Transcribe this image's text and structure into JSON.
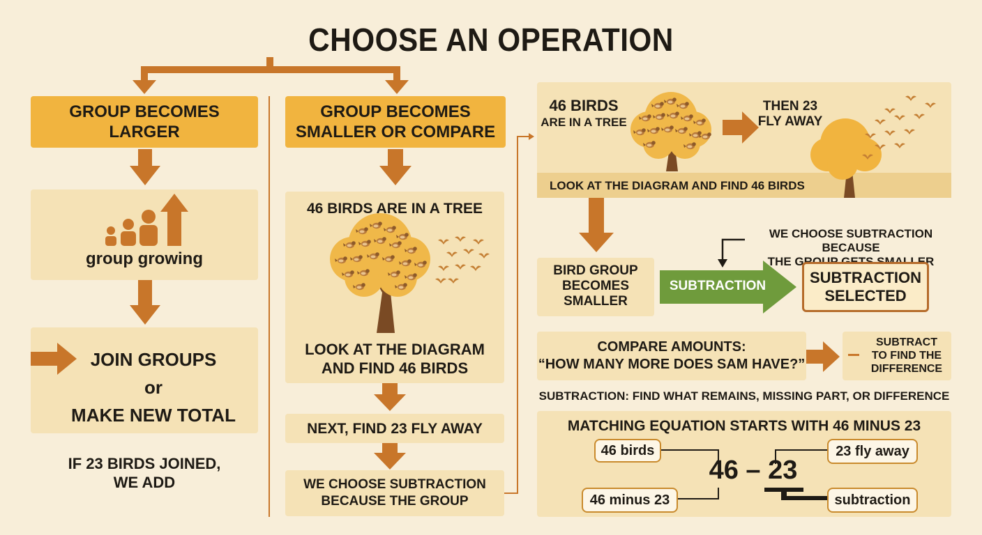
{
  "title": "CHOOSE AN OPERATION",
  "left": {
    "header": [
      "GROUP BECOMES",
      "LARGER"
    ],
    "growing_label": "group growing",
    "join": [
      "JOIN GROUPS",
      "or",
      "MAKE NEW TOTAL"
    ],
    "note": [
      "IF 23 BIRDS JOINED,",
      "WE ADD"
    ]
  },
  "middle": {
    "header": [
      "GROUP BECOMES",
      "SMALLER OR COMPARE"
    ],
    "tree_caption": "46 BIRDS ARE IN A TREE",
    "diagram_text": [
      "LOOK AT THE DIAGRAM",
      "AND FIND 46 BIRDS"
    ],
    "step_next": "NEXT, FIND 23 FLY AWAY",
    "step_choose": [
      "WE CHOOSE SUBTRACTION",
      "BECAUSE THE GROUP"
    ]
  },
  "right": {
    "story_birds": [
      "46 BIRDS",
      "ARE IN A TREE"
    ],
    "story_then": [
      "THEN 23",
      "FLY AWAY"
    ],
    "story_look": "LOOK AT THE DIAGRAM AND FIND 46 BIRDS",
    "reason": [
      "WE CHOOSE SUBTRACTION BECAUSE",
      "THE GROUP GETS SMALLER"
    ],
    "bird_group": [
      "BIRD GROUP",
      "BECOMES",
      "SMALLER"
    ],
    "subtraction_arrow": "SUBTRACTION",
    "selected": [
      "SUBTRACTION",
      "SELECTED"
    ],
    "compare": [
      "COMPARE AMOUNTS:",
      "“HOW MANY MORE DOES SAM HAVE?”"
    ],
    "subtract_find": [
      "SUBTRACT",
      "TO FIND THE",
      "DIFFERENCE"
    ],
    "summary": "SUBTRACTION: FIND WHAT REMAINS, MISSING PART, OR DIFFERENCE",
    "equation_title": "MATCHING EQUATION STARTS WITH 46 MINUS 23",
    "equation": {
      "left": "46",
      "op": "–",
      "right": "23"
    },
    "tags": {
      "birds": "46 birds",
      "fly_away": "23 fly away",
      "minus": "46 minus 23",
      "subtraction": "subtraction"
    }
  },
  "colors": {
    "background": "#f8eed9",
    "header": "#f1b43f",
    "panel": "#f5e2b6",
    "arrow": "#c8762a",
    "green": "#6f9b3c",
    "tree": "#f0b849",
    "trunk": "#7a4a24"
  }
}
